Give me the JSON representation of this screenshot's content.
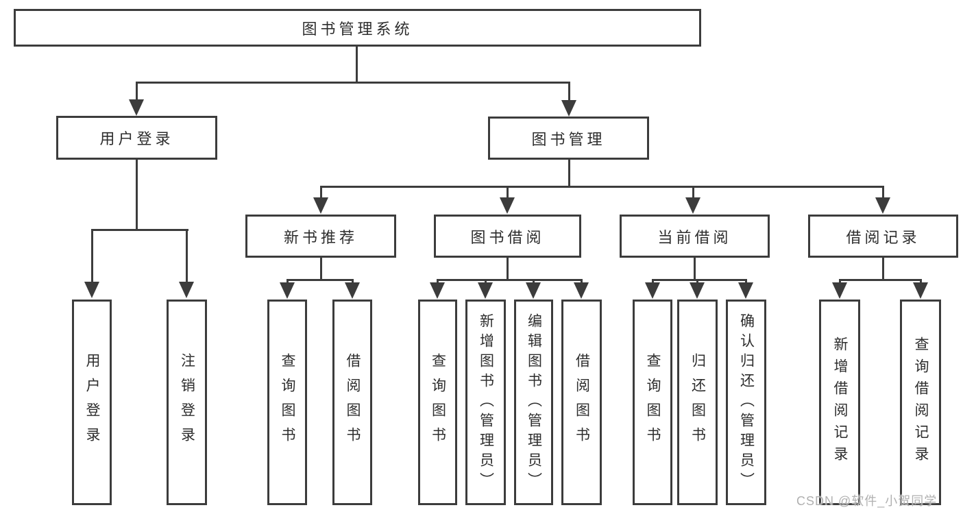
{
  "diagram": {
    "title": "图书管理系统",
    "type": "function-structure-tree",
    "colors": {
      "line": "#3c3c3c",
      "box_border": "#3c3c3c",
      "text": "#2d2d2d",
      "background": "#ffffff",
      "watermark": "#b0b0b0"
    },
    "nodes": {
      "root": {
        "label": "图书管理系统"
      },
      "user_login_group": {
        "label": "用户登录"
      },
      "book_management": {
        "label": "图书管理"
      },
      "new_book_recommend": {
        "label": "新书推荐"
      },
      "book_borrowing": {
        "label": "图书借阅"
      },
      "current_borrowing": {
        "label": "当前借阅"
      },
      "borrowing_records": {
        "label": "借阅记录"
      },
      "user_login": {
        "label": "用户登录"
      },
      "logout": {
        "label": "注销登录"
      },
      "rec_query_books": {
        "label": "查询图书"
      },
      "rec_borrow_books": {
        "label": "借阅图书"
      },
      "bb_query_books": {
        "label": "查询图书"
      },
      "bb_add_books": {
        "label": "新增图书（管理员）"
      },
      "bb_edit_books": {
        "label": "编辑图书（管理员）"
      },
      "bb_borrow_books": {
        "label": "借阅图书"
      },
      "cb_query_books": {
        "label": "查询图书"
      },
      "cb_return_books": {
        "label": "归还图书"
      },
      "cb_confirm_return": {
        "label": "确认归还（管理员）"
      },
      "br_add_record": {
        "label": "新增借阅记录"
      },
      "br_query_record": {
        "label": "查询借阅记录"
      }
    },
    "hierarchy": {
      "图书管理系统": {
        "用户登录": [
          "用户登录",
          "注销登录"
        ],
        "图书管理": {
          "新书推荐": [
            "查询图书",
            "借阅图书"
          ],
          "图书借阅": [
            "查询图书",
            "新增图书（管理员）",
            "编辑图书（管理员）",
            "借阅图书"
          ],
          "当前借阅": [
            "查询图书",
            "归还图书",
            "确认归还（管理员）"
          ],
          "借阅记录": [
            "新增借阅记录",
            "查询借阅记录"
          ]
        }
      }
    },
    "watermark": "CSDN @软件_小贺同学"
  }
}
